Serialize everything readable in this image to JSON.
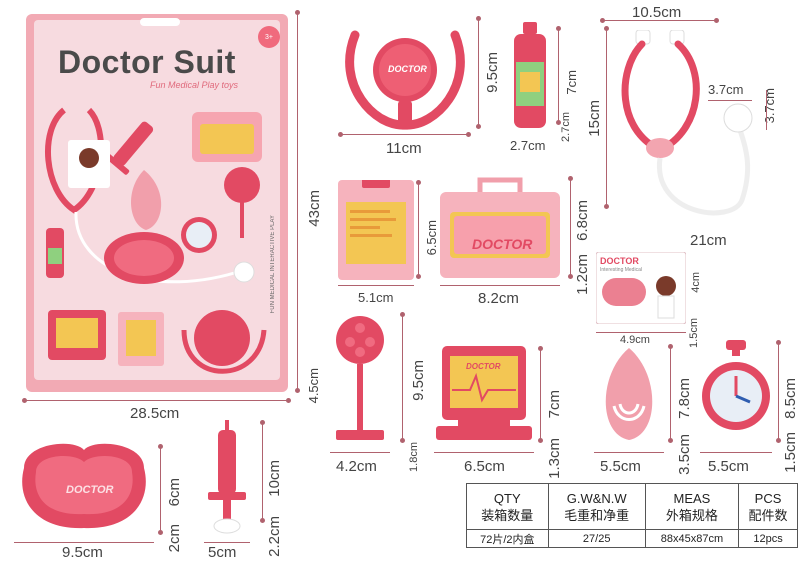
{
  "package": {
    "title": "Doctor Suit",
    "subtitle": "Fun Medical Play toys",
    "age": "3+",
    "side_text": "FUN MEDICAL INTERACTIVE PLAY"
  },
  "labels": {
    "doctor_word": "DOCTOR",
    "card_title": "DOCTOR",
    "card_sub": "Interesting Medical"
  },
  "dimensions": {
    "card_height": "43cm",
    "card_width": "28.5cm",
    "card_depth": "4.5cm",
    "reflector_height": "9.5cm",
    "reflector_width": "11cm",
    "bottle_height": "7cm",
    "bottle_width": "2.7cm",
    "bottle_depth": "2.7cm",
    "stetho_width": "10.5cm",
    "stetho_height": "15cm",
    "stetho_chest_w": "3.7cm",
    "stetho_chest_h": "3.7cm",
    "stetho_length": "21cm",
    "clipboard_height": "6.5cm",
    "clipboard_width": "5.1cm",
    "case_height": "6.8cm",
    "case_width": "8.2cm",
    "case_depth": "1.2cm",
    "idcard_height": "4cm",
    "idcard_width": "4.9cm",
    "idcard_depth": "1.5cm",
    "lamp_height": "9.5cm",
    "lamp_width": "4.2cm",
    "lamp_depth": "1.8cm",
    "monitor_height": "7cm",
    "monitor_width": "6.5cm",
    "monitor_depth": "1.3cm",
    "mask_height": "7.8cm",
    "mask_width": "5.5cm",
    "mask_depth": "3.5cm",
    "watch_height": "8.5cm",
    "watch_width": "5.5cm",
    "watch_depth": "1.5cm",
    "tray_height": "6cm",
    "tray_width": "9.5cm",
    "tray_depth": "2cm",
    "syringe_height": "10cm",
    "syringe_width": "5cm",
    "syringe_depth": "2.2cm"
  },
  "spec_table": {
    "headers": [
      {
        "en": "QTY",
        "cn": "装箱数量"
      },
      {
        "en": "G.W&N.W",
        "cn": "毛重和净重"
      },
      {
        "en": "MEAS",
        "cn": "外箱规格"
      },
      {
        "en": "PCS",
        "cn": "配件数"
      }
    ],
    "values": [
      "72片/2内盒",
      "27/25",
      "88x45x87cm",
      "12pcs"
    ]
  },
  "colors": {
    "toy_pink": "#e24a63",
    "toy_light": "#f7b7bf",
    "card_bg": "#f2aab4",
    "dim_line": "#b0626e",
    "yellow": "#f3c653"
  }
}
